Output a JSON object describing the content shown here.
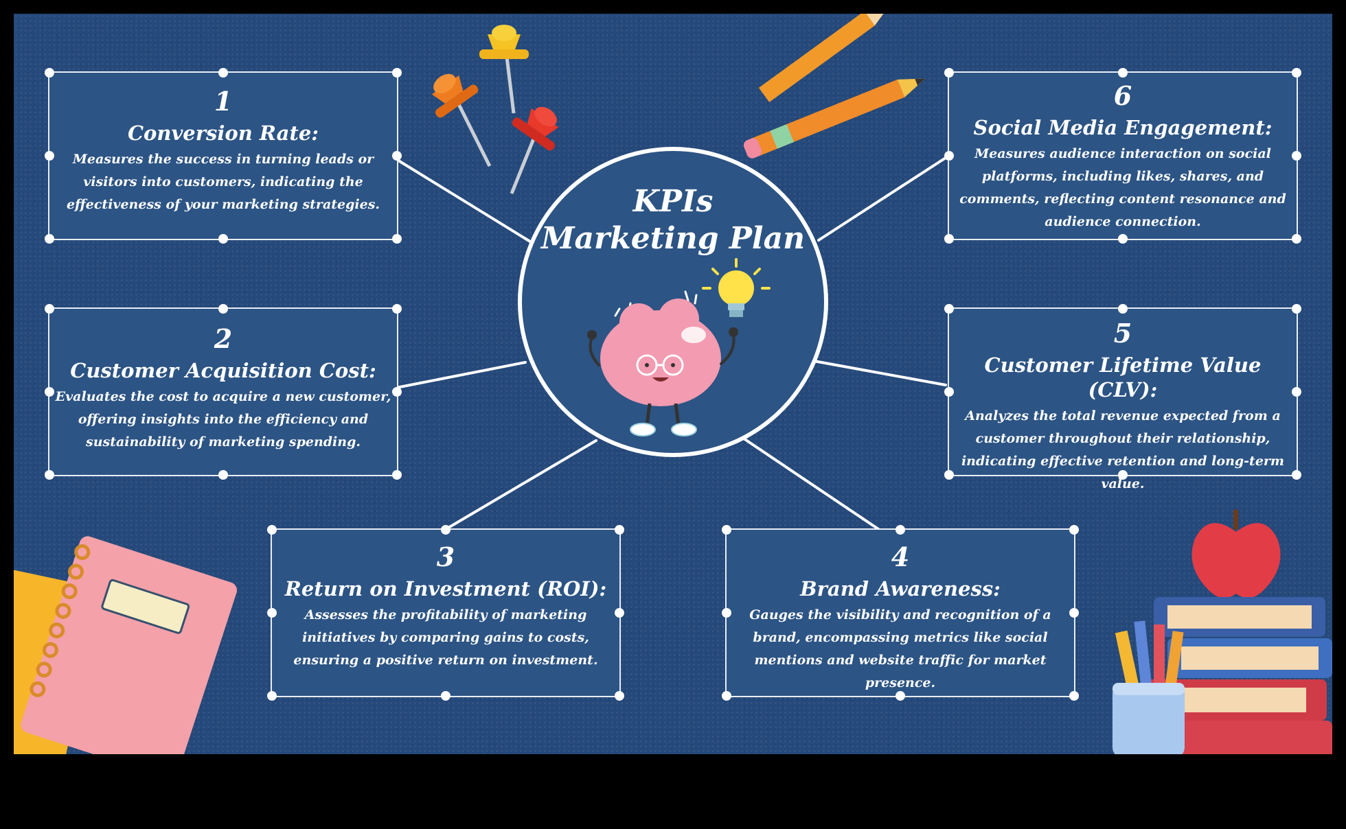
{
  "center": {
    "title_line1": "KPIs",
    "title_line2": "Marketing Plan"
  },
  "kpis": [
    {
      "number": "1",
      "title": "Conversion Rate:",
      "description": "Measures the success in turning leads or visitors into customers, indicating the effectiveness of your marketing strategies."
    },
    {
      "number": "2",
      "title": "Customer Acquisition Cost:",
      "description": "Evaluates the cost to acquire a new customer, offering insights into the efficiency and sustainability of marketing spending."
    },
    {
      "number": "3",
      "title": "Return on Investment (ROI):",
      "description": "Assesses the profitability of marketing initiatives by comparing gains to costs, ensuring a positive return on investment."
    },
    {
      "number": "4",
      "title": "Brand Awareness:",
      "description": "Gauges the visibility and recognition of a brand, encompassing metrics like social mentions and website traffic for market presence."
    },
    {
      "number": "5",
      "title": "Customer Lifetime Value (CLV):",
      "description": "Analyzes the total revenue expected from a customer throughout their relationship, indicating effective retention and long-term value."
    },
    {
      "number": "6",
      "title": "Social Media Engagement:",
      "description": "Measures audience interaction on social platforms, including likes, shares, and comments, reflecting content resonance and audience connection."
    }
  ],
  "colors": {
    "background": "#25497a",
    "box_fill": "#2c5484",
    "outline": "#e9eef5",
    "brain": "#f29bb1",
    "bulb": "#ffe24a"
  },
  "icons": [
    "push-pin-icon",
    "pencil-icon",
    "brain-mascot-icon",
    "light-bulb-icon",
    "notebook-icon",
    "apple-icon",
    "book-stack-icon",
    "pencil-cup-icon"
  ]
}
